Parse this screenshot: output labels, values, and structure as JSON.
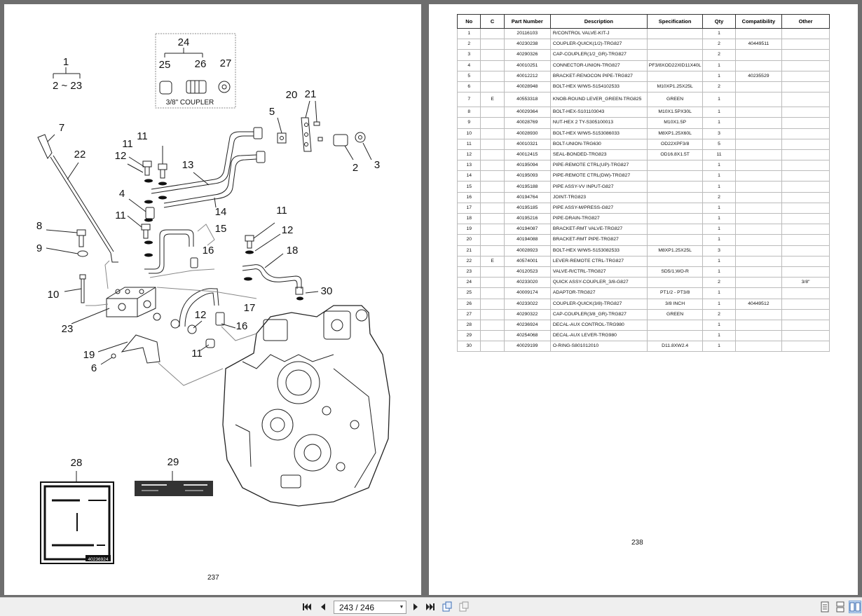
{
  "left_page": {
    "page_number": "237",
    "callouts": {
      "c1": "1",
      "c2_23": "2 ~ 23",
      "c24": "24",
      "c25": "25",
      "c26": "26",
      "c27": "27",
      "coupler_label": "3/8\" COUPLER",
      "c5": "5",
      "c20": "20",
      "c21": "21",
      "c2": "2",
      "c3": "3",
      "c7": "7",
      "c22": "22",
      "c11a": "11",
      "c11b": "11",
      "c12a": "12",
      "c13": "13",
      "c4": "4",
      "c14": "14",
      "c8": "8",
      "c11c": "11",
      "c15": "15",
      "c11d": "11",
      "c12b": "12",
      "c9": "9",
      "c16a": "16",
      "c18": "18",
      "c10": "10",
      "c30": "30",
      "c23": "23",
      "c12c": "12",
      "c17": "17",
      "c16b": "16",
      "c19": "19",
      "c11e": "11",
      "c6": "6",
      "c28": "28",
      "c29": "29"
    },
    "decal_code": "40236924"
  },
  "right_page": {
    "page_number": "238",
    "columns": [
      "No",
      "C",
      "Part Number",
      "Description",
      "Specification",
      "Qty",
      "Compatibility",
      "Other"
    ],
    "rows": [
      [
        "1",
        "",
        "20116103",
        "R/CONTROL VALVE-KIT-J",
        "",
        "1",
        "",
        ""
      ],
      [
        "2",
        "",
        "40230238",
        "COUPLER-QUICK(1/2)-TRG827",
        "",
        "2",
        "40449511",
        ""
      ],
      [
        "3",
        "",
        "40290326",
        "CAP-COUPLER(1/2_GR)-TRG827",
        "",
        "2",
        "",
        ""
      ],
      [
        "4",
        "",
        "40010251",
        "CONNECTOR-UNION-TRG827",
        "PF3/8XOD22XID11X40L",
        "1",
        "",
        ""
      ],
      [
        "5",
        "",
        "40012212",
        "BRACKET-RENOCON PIPE-TRG827",
        "",
        "1",
        "40235529",
        ""
      ],
      [
        "6",
        "",
        "40028948",
        "BOLT-HEX W/WS-S154102533",
        "M10XP1.25X25L",
        "2",
        "",
        ""
      ],
      [
        "7",
        "E",
        "40553318",
        "KNOB-ROUND LEVER_GREEN-TRG825",
        "GREEN",
        "1",
        "",
        ""
      ],
      [
        "8",
        "",
        "40029364",
        "BOLT-HEX-S101103043",
        "M10X1.5PX30L",
        "1",
        "",
        ""
      ],
      [
        "9",
        "",
        "40028769",
        "NUT-HEX 2 TY-S305100013",
        "M10X1.5P",
        "1",
        "",
        ""
      ],
      [
        "10",
        "",
        "40028930",
        "BOLT-HEX W/WS-S153086033",
        "M8XP1.25X60L",
        "3",
        "",
        ""
      ],
      [
        "11",
        "",
        "40010321",
        "BOLT-UNION-TRG630",
        "OD22XPF3/8",
        "5",
        "",
        ""
      ],
      [
        "12",
        "",
        "40012415",
        "SEAL-BONDED-TRG823",
        "OD16.8X1.5T",
        "11",
        "",
        ""
      ],
      [
        "13",
        "",
        "40195094",
        "PIPE-REMOTE CTRL(UP)-TRG827",
        "",
        "1",
        "",
        ""
      ],
      [
        "14",
        "",
        "40195093",
        "PIPE-REMOTE CTRL(DW)-TRG827",
        "",
        "1",
        "",
        ""
      ],
      [
        "15",
        "",
        "40195188",
        "PIPE ASSY-VV INPUT-G827",
        "",
        "1",
        "",
        ""
      ],
      [
        "16",
        "",
        "40194764",
        "JOINT-TRG823",
        "",
        "2",
        "",
        ""
      ],
      [
        "17",
        "",
        "40195185",
        "PIPE ASSY-M/PRESS-G827",
        "",
        "1",
        "",
        ""
      ],
      [
        "18",
        "",
        "40195216",
        "PIPE-DRAIN-TRG827",
        "",
        "1",
        "",
        ""
      ],
      [
        "19",
        "",
        "40194087",
        "BRACKET-RMT VALVE-TRG827",
        "",
        "1",
        "",
        ""
      ],
      [
        "20",
        "",
        "40194088",
        "BRACKET-RMT PIPE-TRG827",
        "",
        "1",
        "",
        ""
      ],
      [
        "21",
        "",
        "40028923",
        "BOLT-HEX W/WS-S153082533",
        "M8XP1.25X25L",
        "3",
        "",
        ""
      ],
      [
        "22",
        "E",
        "40574001",
        "LEVER-REMOTE CTRL-TRG827",
        "",
        "1",
        "",
        ""
      ],
      [
        "23",
        "",
        "40120523",
        "VALVE-R/CTRL-TRG827",
        "SD5/1,WO-R",
        "1",
        "",
        ""
      ],
      [
        "24",
        "",
        "40233020",
        "QUICK ASSY-COUPLER_3/8-G827",
        "",
        "2",
        "",
        "3/8\""
      ],
      [
        "25",
        "",
        "40009174",
        "ADAPTOR-TRG827",
        "PT1/2 - PT3/8",
        "1",
        "",
        ""
      ],
      [
        "26",
        "",
        "40233022",
        "COUPLER-QUICK(3/8)-TRG827",
        "3/8 INCH",
        "1",
        "40449512",
        ""
      ],
      [
        "27",
        "",
        "40290322",
        "CAP-COUPLER(3/8_GR)-TRG827",
        "GREEN",
        "2",
        "",
        ""
      ],
      [
        "28",
        "",
        "40236924",
        "DECAL-AUX CONTROL-TRG980",
        "",
        "1",
        "",
        ""
      ],
      [
        "29",
        "",
        "40254068",
        "DECAL-AUX LEVER-TRG980",
        "",
        "1",
        "",
        ""
      ],
      [
        "30",
        "",
        "40029199",
        "O-RING-S801012010",
        "D11.8XW2.4",
        "1",
        "",
        ""
      ]
    ]
  },
  "toolbar": {
    "page_indicator": "243 / 246"
  }
}
